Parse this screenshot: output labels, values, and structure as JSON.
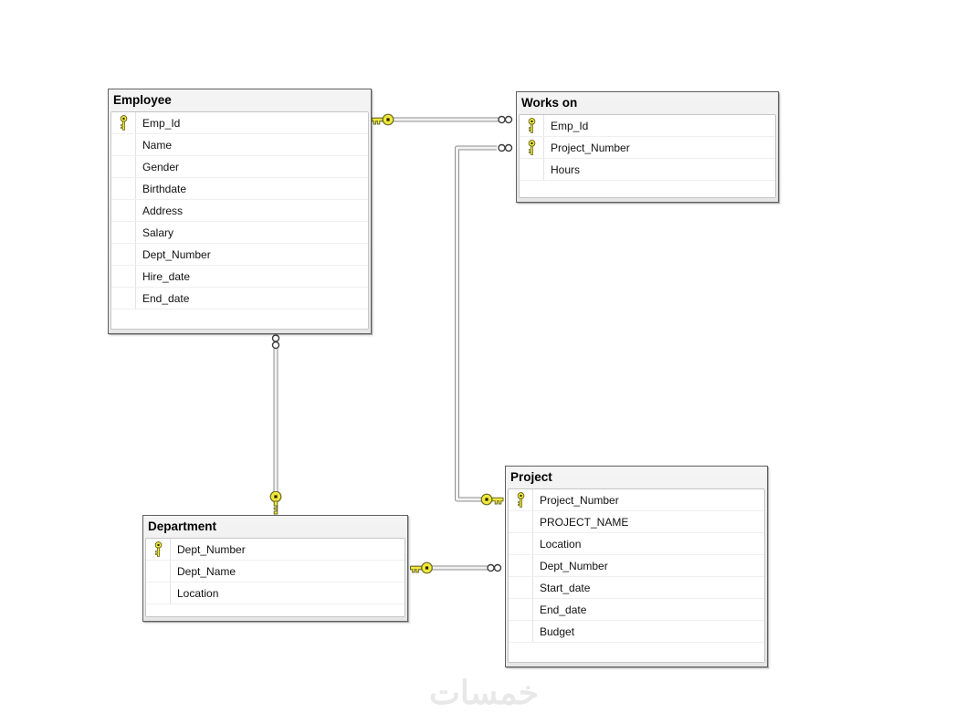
{
  "diagram": {
    "tables": [
      {
        "id": "employee",
        "title": "Employee",
        "fields": [
          {
            "name": "Emp_Id",
            "pk": true
          },
          {
            "name": "Name",
            "pk": false
          },
          {
            "name": "Gender",
            "pk": false
          },
          {
            "name": "Birthdate",
            "pk": false
          },
          {
            "name": "Address",
            "pk": false
          },
          {
            "name": "Salary",
            "pk": false
          },
          {
            "name": "Dept_Number",
            "pk": false
          },
          {
            "name": "Hire_date",
            "pk": false
          },
          {
            "name": "End_date",
            "pk": false
          }
        ]
      },
      {
        "id": "workson",
        "title": "Works on",
        "fields": [
          {
            "name": "Emp_Id",
            "pk": true
          },
          {
            "name": "Project_Number",
            "pk": true
          },
          {
            "name": "Hours",
            "pk": false
          }
        ]
      },
      {
        "id": "project",
        "title": "Project",
        "fields": [
          {
            "name": "Project_Number",
            "pk": true
          },
          {
            "name": "PROJECT_NAME",
            "pk": false
          },
          {
            "name": "Location",
            "pk": false
          },
          {
            "name": "Dept_Number",
            "pk": false
          },
          {
            "name": "Start_date",
            "pk": false
          },
          {
            "name": "End_date",
            "pk": false
          },
          {
            "name": "Budget",
            "pk": false
          }
        ]
      },
      {
        "id": "department",
        "title": "Department",
        "fields": [
          {
            "name": "Dept_Number",
            "pk": true
          },
          {
            "name": "Dept_Name",
            "pk": false
          },
          {
            "name": "Location",
            "pk": false
          }
        ]
      }
    ],
    "relationships": [
      {
        "one_side": "Employee",
        "many_side": "Works on",
        "cardinality": "one-to-many"
      },
      {
        "one_side": "Project",
        "many_side": "Works on",
        "cardinality": "one-to-many"
      },
      {
        "one_side": "Department",
        "many_side": "Employee",
        "cardinality": "one-to-many"
      },
      {
        "one_side": "Department",
        "many_side": "Project",
        "cardinality": "one-to-many"
      }
    ]
  },
  "watermark": {
    "text": "خمسات"
  },
  "colors": {
    "key_yellow": "#f2e83a",
    "key_outline": "#6b6b2a",
    "table_border": "#5f5f5f",
    "header_bg": "#ececec",
    "pipe_gray": "#8f8f8f",
    "watermark_gray": "#e8e8e8"
  }
}
